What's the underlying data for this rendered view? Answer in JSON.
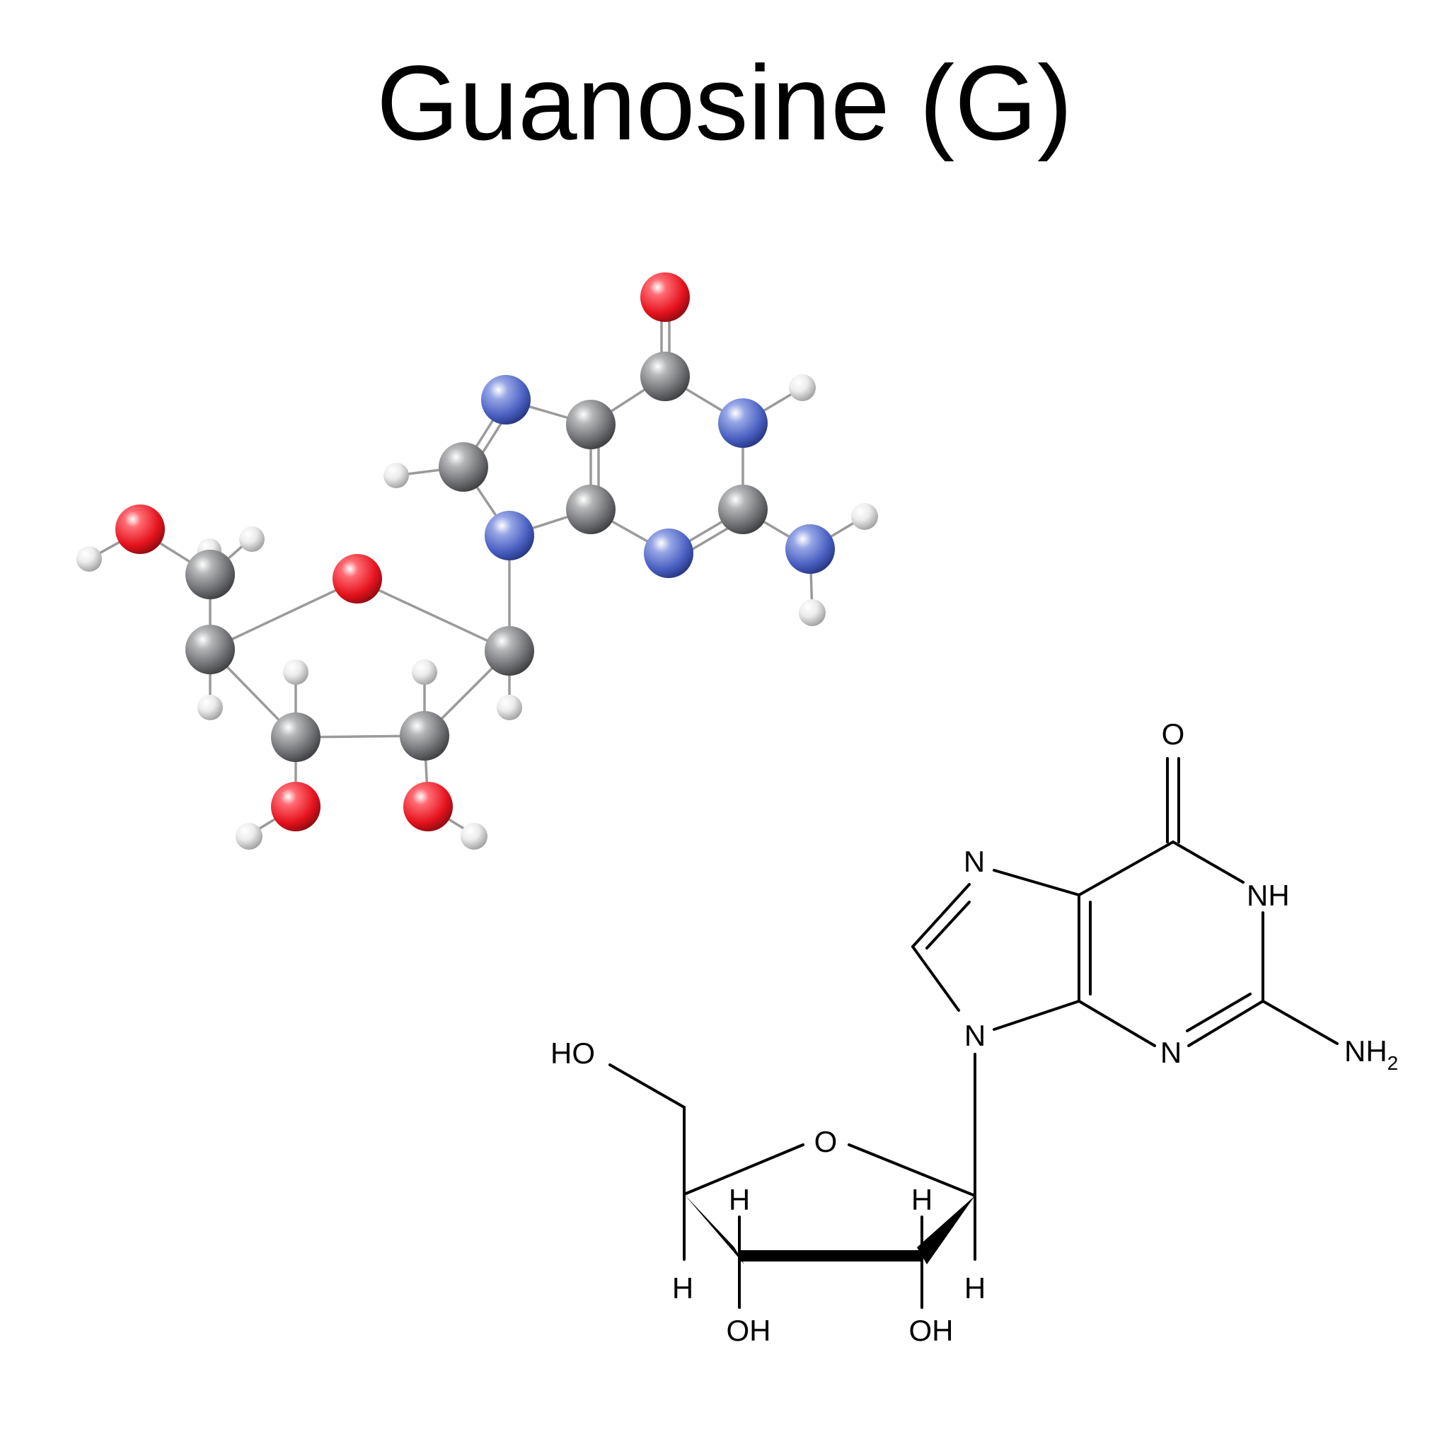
{
  "title": "Guanosine (G)",
  "colors": {
    "carbon": "#808285",
    "oxygen": "#ee1c25",
    "nitrogen": "#4a5fc1",
    "hydrogen": "#e6e6e6",
    "bond_line": "#000000",
    "background": "#ffffff"
  },
  "structural_formula": {
    "labels": {
      "carbonyl_o": "O",
      "n7": "N",
      "n1": "NH",
      "n9": "N",
      "n3": "N",
      "amino": "NH",
      "amino_sub": "2",
      "hydroxymethyl": "HO",
      "ring_o": "O",
      "h_c3": "H",
      "h_c2": "H",
      "h_c4": "H",
      "h_c1": "H",
      "oh_c3": "OH",
      "oh_c2": "OH"
    }
  }
}
